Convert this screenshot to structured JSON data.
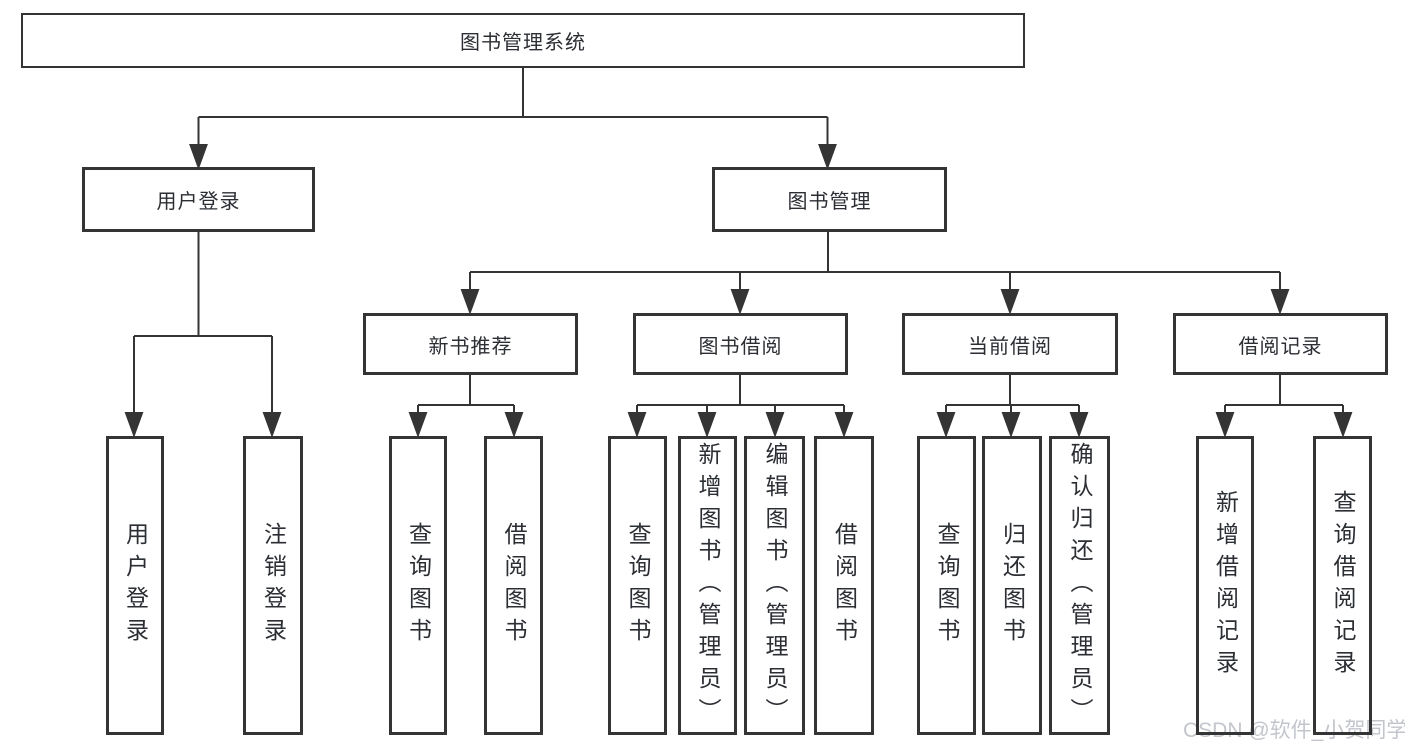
{
  "diagram": {
    "title": "图书管理系统",
    "root": {
      "label": "图书管理系统"
    },
    "branches": [
      {
        "label": "用户登录",
        "children": [
          {
            "label": "用户登录"
          },
          {
            "label": "注销登录"
          }
        ]
      },
      {
        "label": "图书管理",
        "children": [
          {
            "label": "新书推荐",
            "children": [
              {
                "label": "查询图书"
              },
              {
                "label": "借阅图书"
              }
            ]
          },
          {
            "label": "图书借阅",
            "children": [
              {
                "label": "查询图书"
              },
              {
                "label": "新增图书（管理员）"
              },
              {
                "label": "编辑图书（管理员）"
              },
              {
                "label": "借阅图书"
              }
            ]
          },
          {
            "label": "当前借阅",
            "children": [
              {
                "label": "查询图书"
              },
              {
                "label": "归还图书"
              },
              {
                "label": "确认归还（管理员）"
              }
            ]
          },
          {
            "label": "借阅记录",
            "children": [
              {
                "label": "新增借阅记录"
              },
              {
                "label": "查询借阅记录"
              }
            ]
          }
        ]
      }
    ]
  },
  "watermark": {
    "text": "CSDN @软件_小贺同学"
  },
  "colors": {
    "line": "#343434",
    "text": "#2b2e33",
    "box_background": "#ffffff",
    "watermark": "#c2c6cc",
    "background": "#ffffff"
  }
}
